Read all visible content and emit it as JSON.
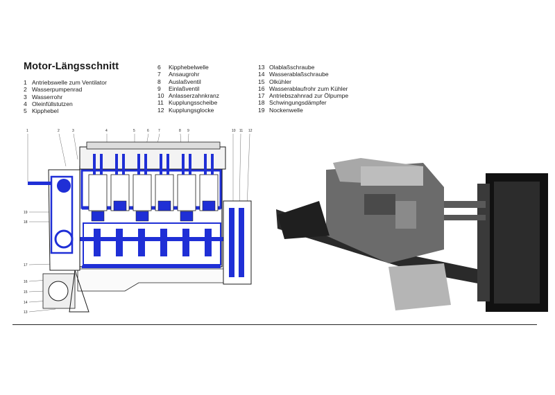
{
  "title": "Motor-Längsschnitt",
  "legend": {
    "col1": [
      {
        "num": "1",
        "text": "Antriebswelle zum Ventilator"
      },
      {
        "num": "2",
        "text": "Wasserpumpenrad"
      },
      {
        "num": "3",
        "text": "Wasserrohr"
      },
      {
        "num": "4",
        "text": "Oleinfüllstutzen"
      },
      {
        "num": "5",
        "text": "Kipphebel"
      }
    ],
    "col2": [
      {
        "num": "6",
        "text": "Kipphebelwelle"
      },
      {
        "num": "7",
        "text": "Ansaugrohr"
      },
      {
        "num": "8",
        "text": "Auslaßventil"
      },
      {
        "num": "9",
        "text": "Einlaßventil"
      },
      {
        "num": "10",
        "text": "Anlasserzahnkranz"
      },
      {
        "num": "11",
        "text": "Kupplungsscheibe"
      },
      {
        "num": "12",
        "text": "Kupplungsglocke"
      }
    ],
    "col3": [
      {
        "num": "13",
        "text": "Olablaßschraube"
      },
      {
        "num": "14",
        "text": "Wasserablaßschraube"
      },
      {
        "num": "15",
        "text": "Olkühler"
      },
      {
        "num": "16",
        "text": "Wasserablaufrohr zum Kühler"
      },
      {
        "num": "17",
        "text": "Antriebszahnrad zur Ölpumpe"
      },
      {
        "num": "18",
        "text": "Schwingungsdämpfer"
      },
      {
        "num": "19",
        "text": "Nockenwelle"
      }
    ]
  },
  "callouts_top": [
    "1",
    "2",
    "3",
    "4",
    "5",
    "6",
    "7",
    "8",
    "9",
    "10",
    "11",
    "12"
  ],
  "callouts_left": [
    "19",
    "18",
    "17",
    "16",
    "15",
    "14",
    "13"
  ],
  "colors": {
    "blue": "#1f2fd6",
    "ink": "#1a1a1a"
  }
}
